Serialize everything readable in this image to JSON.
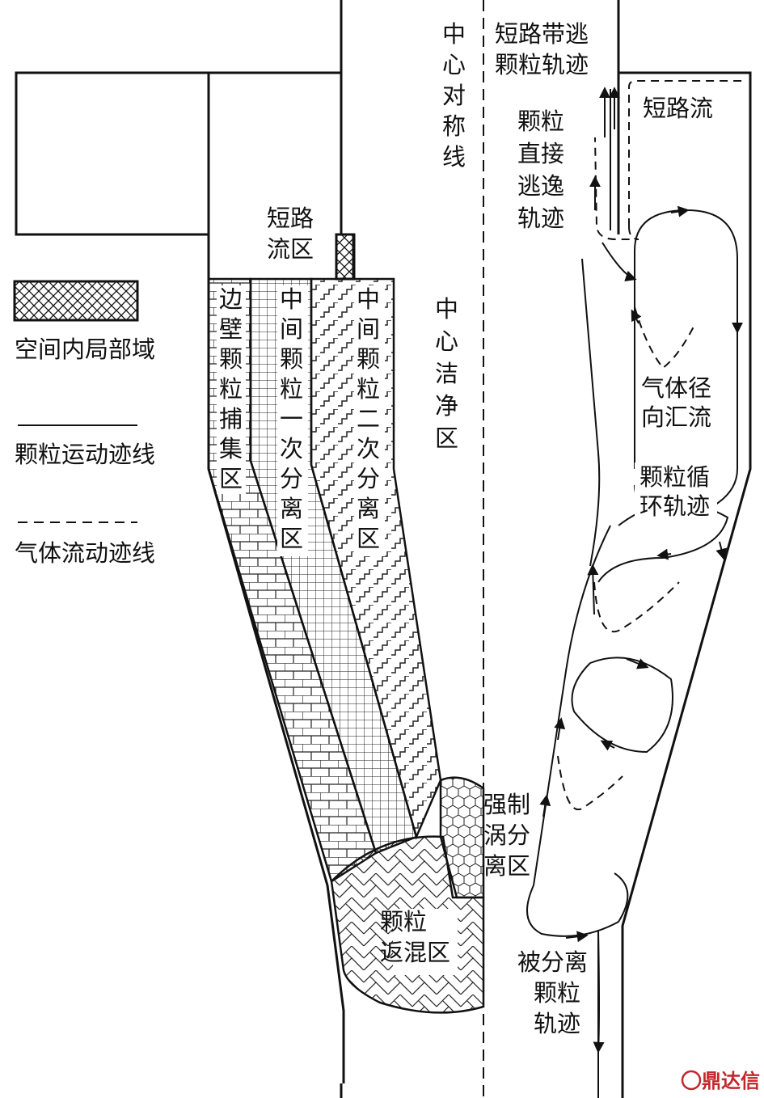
{
  "labels": {
    "center_symmetry": "中心对称线",
    "short_circuit_escape": [
      "短路带逃",
      "颗粒轨迹"
    ],
    "short_circuit_flow": "短路流",
    "direct_escape": "颗粒直接逃逸轨迹",
    "short_circuit_zone": [
      "短路",
      "流区"
    ],
    "center_clean": "中心洁净区",
    "wall_capture": "边壁颗粒捕集区",
    "primary_separation": "中间颗粒一次分离区",
    "secondary_separation": "中间颗粒二次分离区",
    "gas_radial": [
      "气体径",
      "向汇流"
    ],
    "particle_circulation": [
      "颗粒循",
      "环轨迹"
    ],
    "forced_vortex": [
      "强制",
      "涡分",
      "离区"
    ],
    "backmix": [
      "颗粒",
      "返混区"
    ],
    "separated_particles": [
      "被分离",
      "颗粒",
      "轨迹"
    ]
  },
  "legend": {
    "local_zone": "空间内局部域",
    "particle_line": "颗粒运动迹线",
    "gas_line": "气体流动迹线"
  },
  "watermark": "鼎达信",
  "colors": {
    "ink": "#111111",
    "watermark": "#c0282e"
  }
}
